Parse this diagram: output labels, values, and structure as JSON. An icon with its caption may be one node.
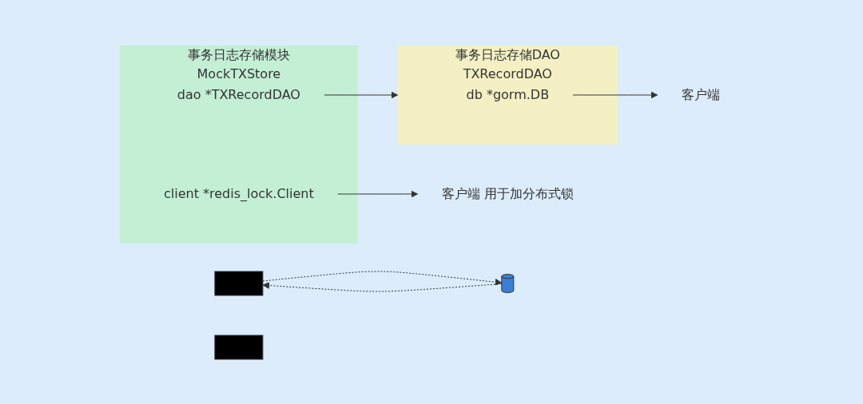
{
  "diagram": {
    "nodes": [
      {
        "text": [
          "事务日志存储模块",
          "MockTXStore"
        ]
      },
      {
        "text": [
          "dao *TXRecordDAO"
        ],
        "in": 0
      },
      {
        "text": [
          "client *redis_lock.Client"
        ],
        "in": 0
      },
      {
        "text": [
          "事务日志存储DAO",
          "TXRecordDAO"
        ]
      },
      {
        "text": [
          "db *gorm.DB"
        ],
        "in": 3
      },
      {
        "text": [
          "客户端"
        ]
      },
      {
        "text": [],
        "shape": "box"
      },
      {
        "text": [],
        "shape": "cylinder"
      },
      {
        "text": [
          "客户端 用于加分布式锁"
        ]
      },
      {
        "text": [],
        "shape": "box"
      }
    ],
    "edges": [
      {
        "from": 1,
        "to": 3,
        "arrow": "to"
      },
      {
        "from": 4,
        "to": 5,
        "arrow": "to"
      },
      {
        "from": 2,
        "to": 8,
        "arrow": "to"
      },
      {
        "from": 6,
        "to": 7,
        "arrow": "to",
        "style": "dashed"
      },
      {
        "from": 7,
        "to": 6,
        "arrow": "to",
        "style": "dashed"
      }
    ]
  }
}
